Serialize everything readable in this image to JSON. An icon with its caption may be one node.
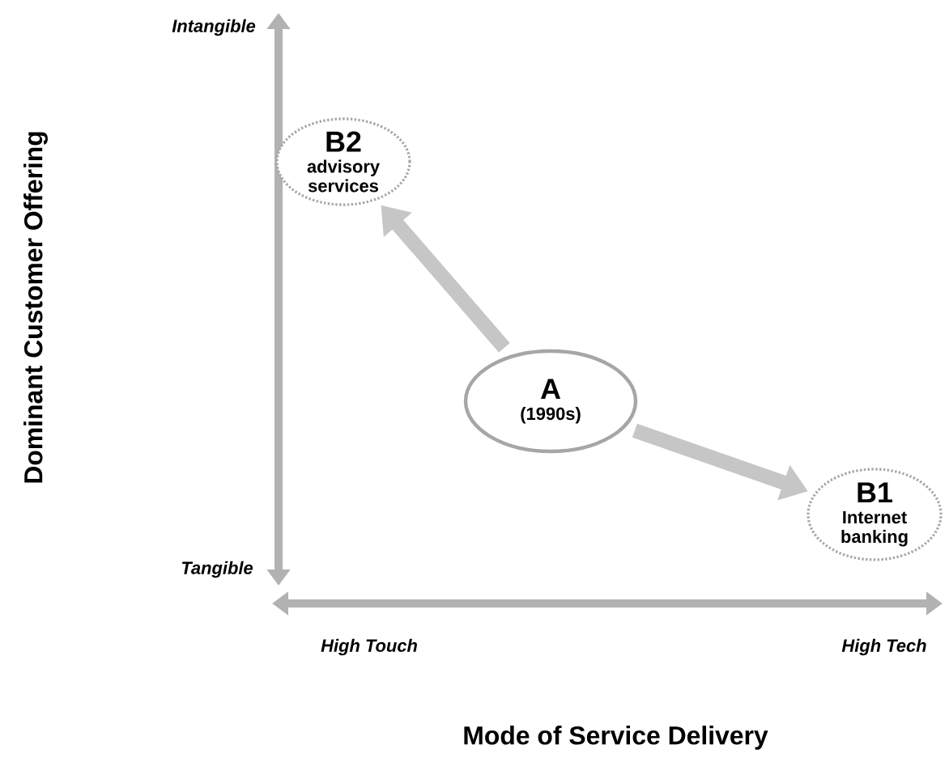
{
  "diagram": {
    "nodes": [
      {
        "text": [
          "A",
          "(1990s)"
        ]
      },
      {
        "text": [
          "B2",
          "advisory services"
        ]
      },
      {
        "text": [
          "B1",
          "Internet banking"
        ]
      }
    ],
    "edges": [
      {
        "from": 0,
        "to": 1,
        "arrow": "to"
      },
      {
        "from": 0,
        "to": 2,
        "arrow": "to"
      }
    ],
    "labels": [
      "Intangible",
      "Tangible",
      "High Touch",
      "High Tech",
      "Dominant Customer Offering",
      "Mode of Service Delivery"
    ]
  }
}
